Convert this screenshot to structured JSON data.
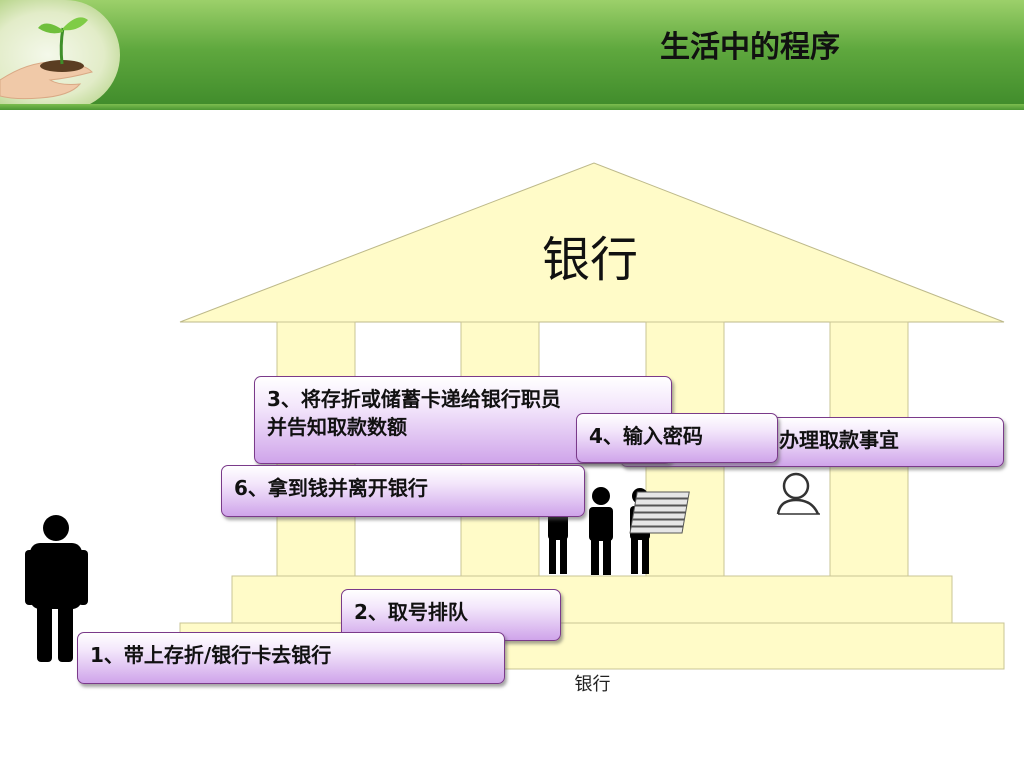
{
  "title": "生活中的程序",
  "bank_name": "银行",
  "caption": "银行",
  "steps": {
    "step1": "1、带上存折/银行卡去银行",
    "step2": "2、取号排队",
    "step3_line1": "3、将存折或储蓄卡递给银行职员",
    "step3_line2": "并告知取款数额",
    "step4": "4、输入密码",
    "step5": "办理取款事宜",
    "step6": "6、拿到钱并离开银行"
  },
  "colors": {
    "header_green": "#4c9733",
    "building_fill": "#fffbc8",
    "callout_purple": "#cfa4ea"
  }
}
